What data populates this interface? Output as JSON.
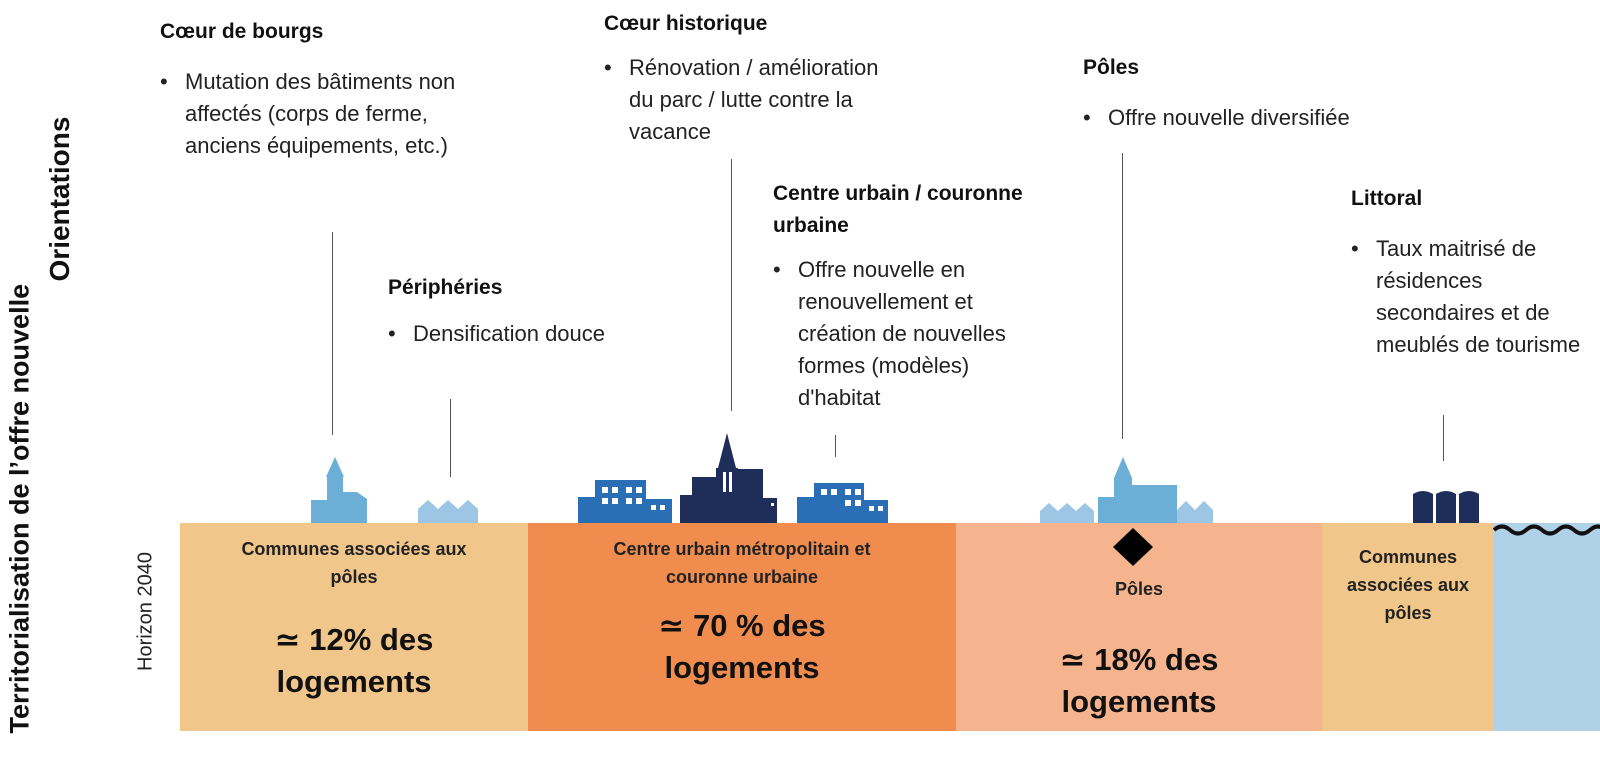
{
  "labels": {
    "orientations": "Orientations",
    "territorialisation": "Territorialisation de l’offre nouvelle",
    "horizon": "Horizon 2040"
  },
  "orientations": [
    {
      "title": "Cœur de bourgs",
      "items": [
        "Mutation des bâtiments non affectés (corps de ferme, anciens équipements, etc.)"
      ]
    },
    {
      "title": "Périphéries",
      "items": [
        "Densification douce"
      ]
    },
    {
      "title": "Cœur historique",
      "items": [
        "Rénovation / amélioration du parc / lutte contre la vacance"
      ]
    },
    {
      "title": "Centre urbain / couronne urbaine",
      "items": [
        "Offre nouvelle en renouvellement et création de nouvelles formes (modèles) d'habitat"
      ]
    },
    {
      "title": "Pôles",
      "items": [
        "Offre nouvelle diversifiée"
      ]
    },
    {
      "title": "Littoral",
      "items": [
        "Taux maitrisé de résidences secondaires et de meublés de tourisme"
      ]
    }
  ],
  "bands": [
    {
      "title": "Communes associées aux pôles",
      "share": "≃ 12% des logements",
      "color": "#F1C68A"
    },
    {
      "title": "Centre urbain métropolitain et couronne urbaine",
      "share": "≃ 70 % des logements",
      "color": "#F08C4E"
    },
    {
      "title": "Pôles",
      "share": "≃ 18% des logements",
      "color": "#F5B38E"
    },
    {
      "title": "Communes associées aux pôles",
      "share": "",
      "color": "#F1C68A"
    },
    {
      "title": "",
      "share": "",
      "color": "#AFD2E8"
    }
  ],
  "colors": {
    "light_blue": "#6BAED6",
    "mid_blue": "#2A6FB5",
    "dark_navy": "#1F2D5A",
    "pale_blue": "#9CC6E4"
  }
}
